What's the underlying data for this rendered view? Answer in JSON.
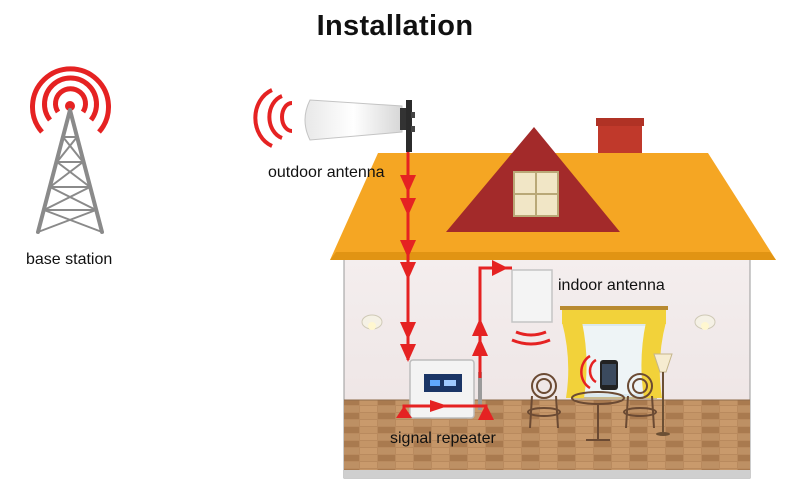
{
  "title": "Installation",
  "labels": {
    "base_station": "base station",
    "outdoor_antenna": "outdoor antenna",
    "indoor_antenna": "indoor antenna",
    "signal_repeater": "signal repeater"
  },
  "colors": {
    "signal_red": "#e52222",
    "roof": "#f5a623",
    "gable": "#a32a2a",
    "wall": "#efe6e6",
    "floor": "#b98a5e",
    "curtain": "#f2d23a"
  }
}
